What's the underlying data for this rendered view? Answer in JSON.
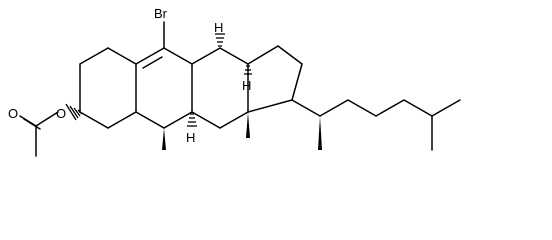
{
  "structure": {
    "atom_labels": {
      "bromine": "Br",
      "oxygen_ester": "O",
      "oxygen_carbonyl": "O",
      "hydrogen_c8": "H",
      "hydrogen_c9": "H",
      "hydrogen_c14": "H"
    },
    "colors": {
      "bond": "#000000",
      "background": "#ffffff"
    }
  }
}
